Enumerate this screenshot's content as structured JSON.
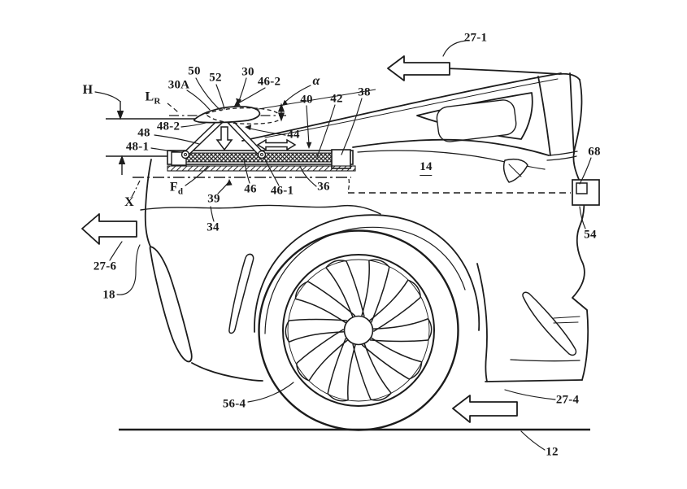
{
  "figure": {
    "kind": "patent-line-drawing",
    "subject": "vehicle rear quarter with deployable rear spoiler airfoil assembly",
    "colors": {
      "line": "#1c1c1c",
      "background": "#ffffff",
      "hatch": "#2a2a2a"
    }
  },
  "labels": {
    "n27_1": "27-1",
    "h": "H",
    "lr_main": "L",
    "lr_sub": "R",
    "n30a": "30A",
    "n50": "50",
    "n52": "52",
    "n30": "30",
    "n46_2": "46-2",
    "alpha": "α",
    "n40": "40",
    "n42": "42",
    "n38": "38",
    "n48_2": "48-2",
    "n48": "48",
    "n48_1": "48-1",
    "n44": "44",
    "n14": "14",
    "n68": "68",
    "n54": "54",
    "x": "X",
    "fd_main": "F",
    "fd_sub": "d",
    "n39": "39",
    "n46": "46",
    "n46_1": "46-1",
    "n36": "36",
    "n34": "34",
    "n27_6": "27-6",
    "n18": "18",
    "n56_4": "56-4",
    "n27_4": "27-4",
    "n12": "12"
  }
}
